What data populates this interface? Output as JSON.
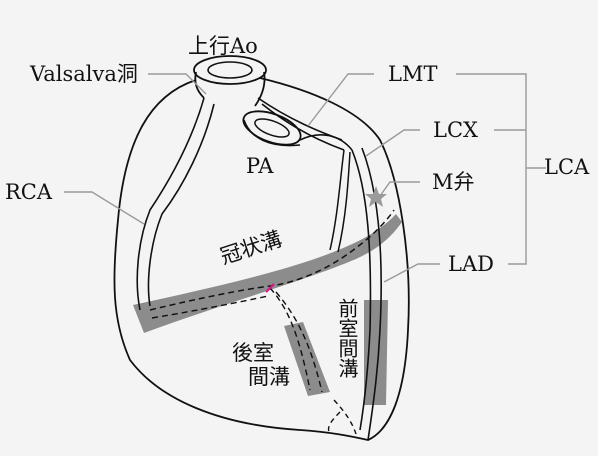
{
  "labels": {
    "ascending_aorta": "上行Ao",
    "valsalva_sinus": "Valsalva洞",
    "lmt": "LMT",
    "lcx": "LCX",
    "lca": "LCA",
    "pa": "PA",
    "m_valve": "M弁",
    "rca": "RCA",
    "lad": "LAD",
    "coronary_sulcus": "冠状溝",
    "anterior_interventricular_sulcus": "前室間溝",
    "posterior_interventricular_sulcus_line1": "後室",
    "posterior_interventricular_sulcus_line2": "間溝"
  },
  "colors": {
    "background": "#f4f4f4",
    "outline": "#111111",
    "groove_band": "#8c8c8c",
    "leader_line": "#9a9a9a",
    "marker": "#e0108a"
  }
}
